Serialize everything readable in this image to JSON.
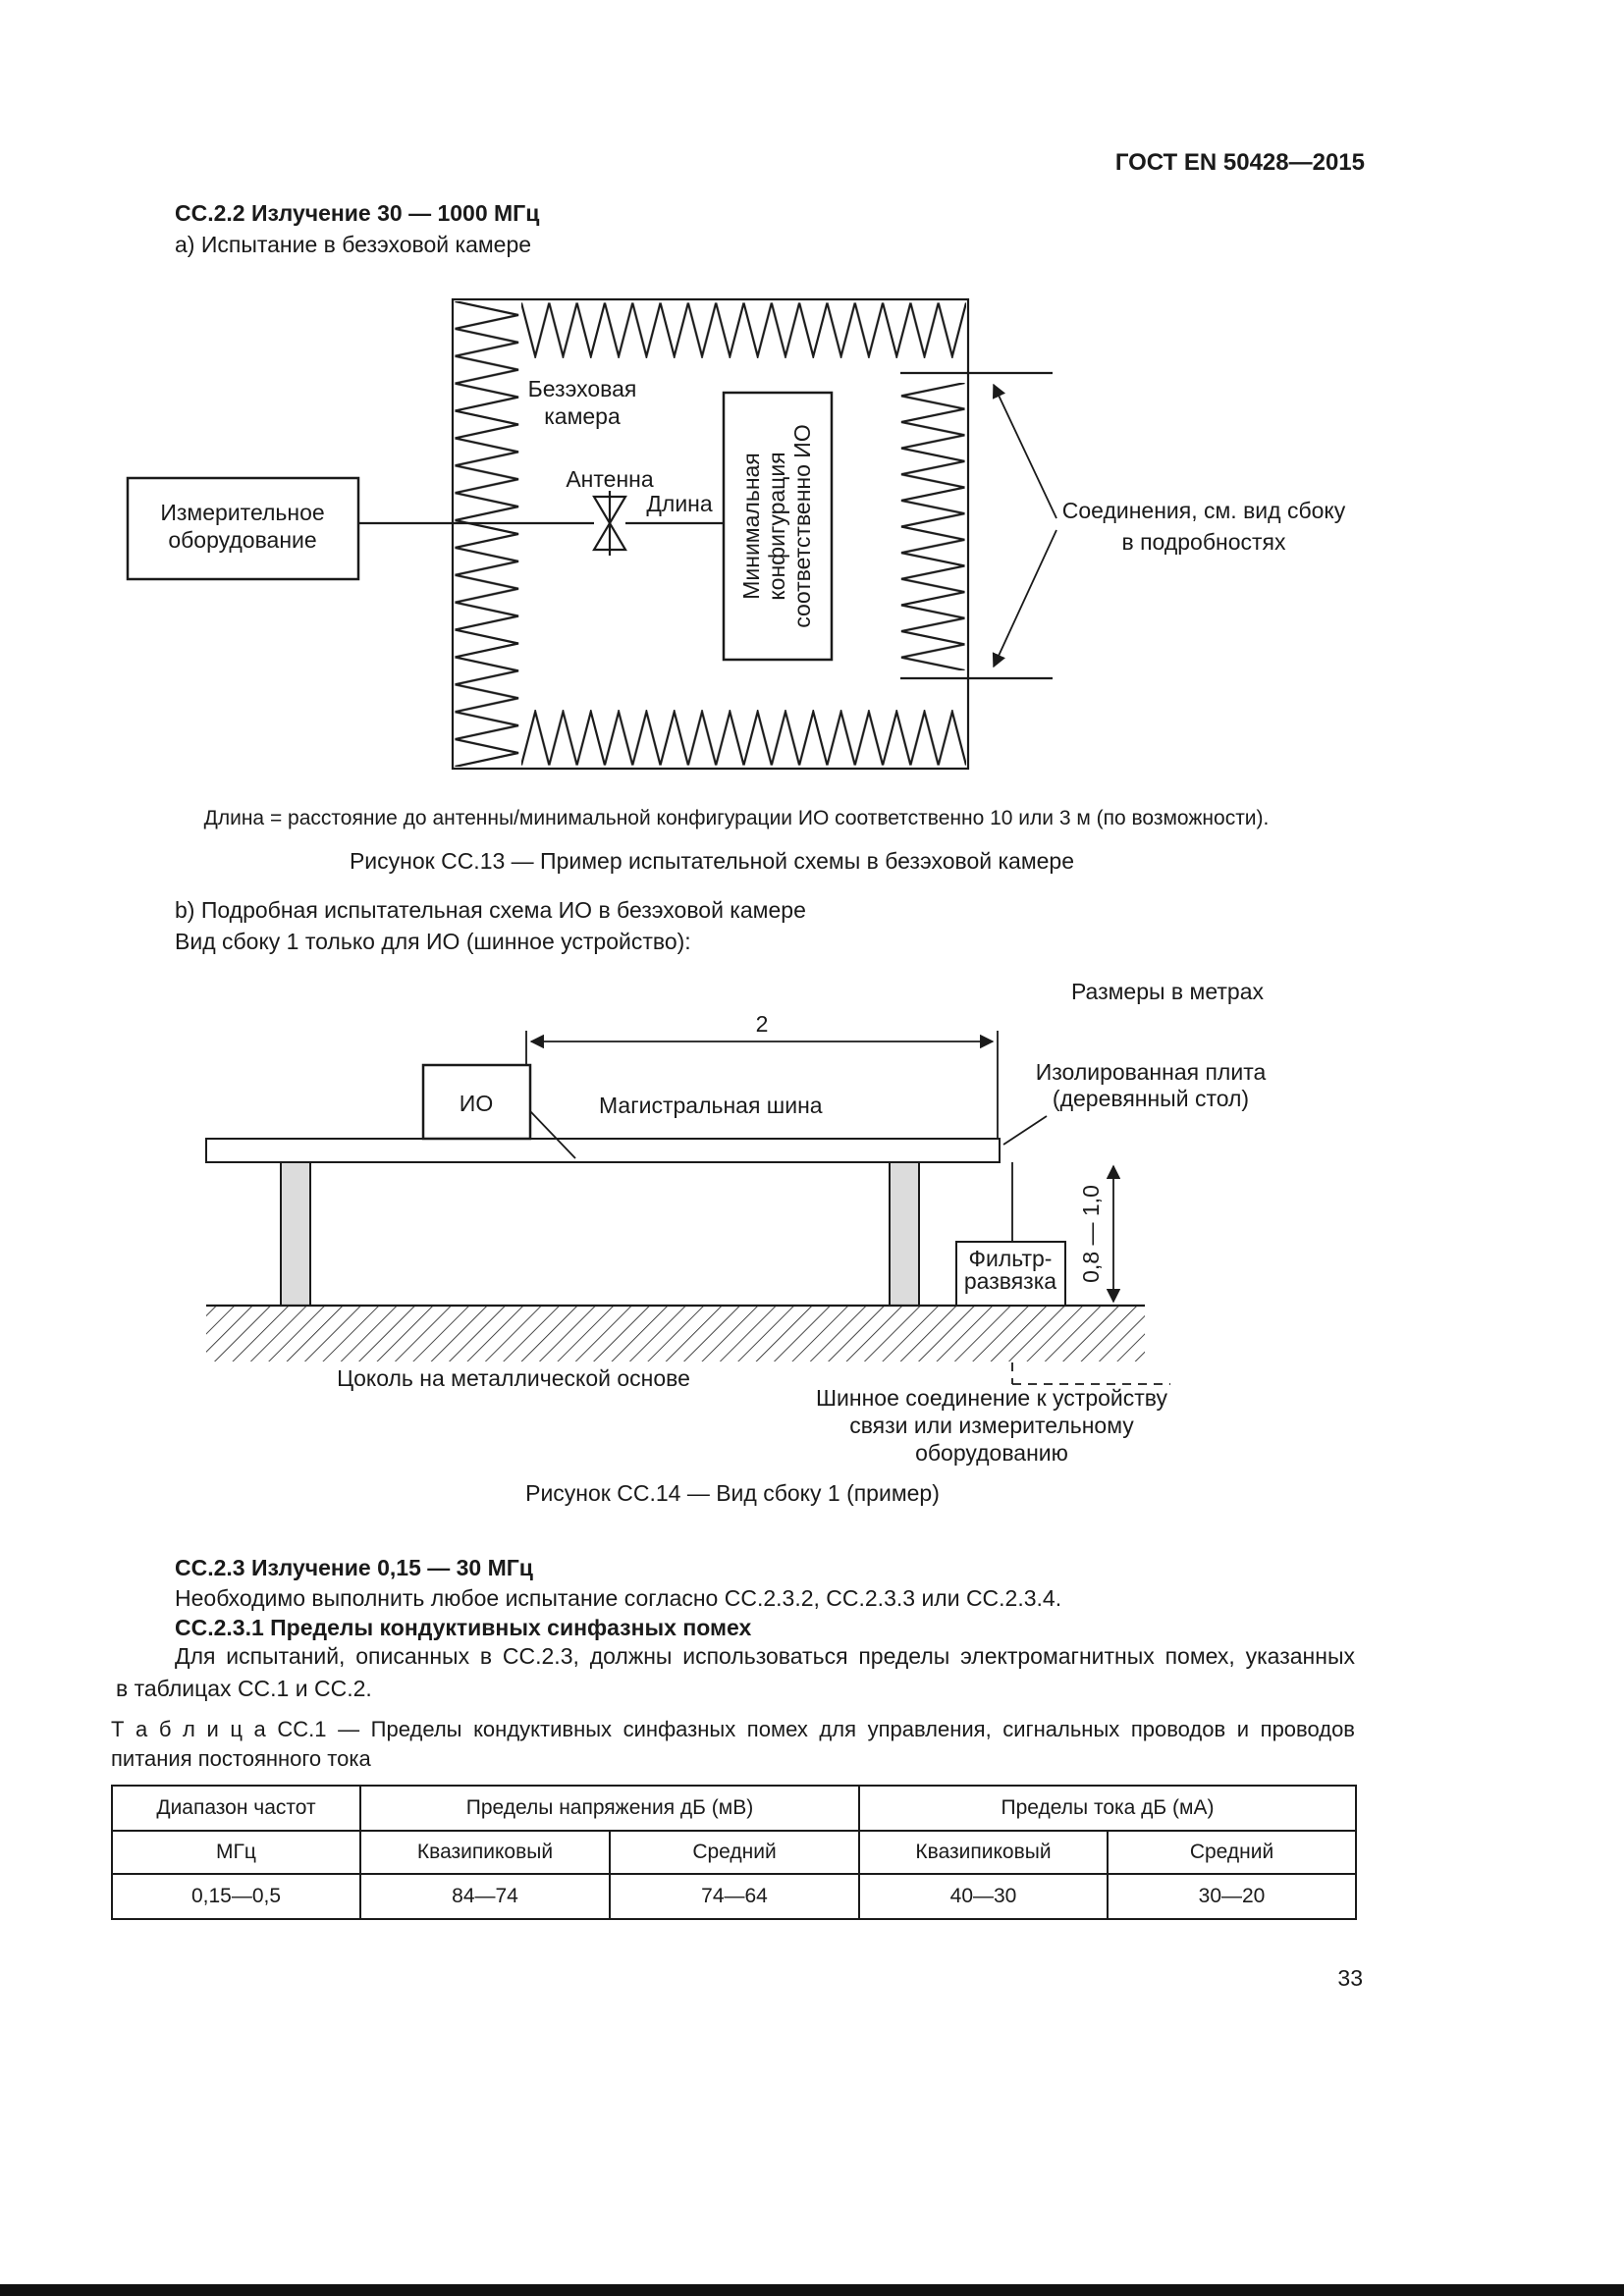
{
  "header": {
    "doc_number": "ГОСТ EN 50428—2015"
  },
  "sections": {
    "cc22_title": "СС.2.2 Излучение 30 — 1000 МГц",
    "cc22_item_a": "а) Испытание в безэховой камере",
    "item_b_line1": "b) Подробная испытательная схема ИО в безэховой камере",
    "item_b_line2": "Вид сбоку 1 только для ИО (шинное устройство):",
    "cc23_title": "СС.2.3 Излучение 0,15 — 30 МГц",
    "cc23_para": "Необходимо выполнить любое испытание согласно СС.2.3.2, СС.2.3.3 или СС.2.3.4.",
    "cc231_title": "СС.2.3.1 Пределы кондуктивных синфазных помех",
    "cc231_para_line1": "Для испытаний, описанных в СС.2.3, должны использоваться пределы электромагнитных помех, указанных",
    "cc231_para_line2": "в таблицах СС.1 и СС.2."
  },
  "figure13": {
    "chamber_line1": "Безэховая",
    "chamber_line2": "камера",
    "antenna": "Антенна",
    "length": "Длина",
    "equipment_line1": "Измерительное",
    "equipment_line2": "оборудование",
    "config_line1": "Минимальная",
    "config_line2": "конфигурация",
    "config_line3": "соответственно ИО",
    "connections_line1": "Соединения, см. вид сбоку",
    "connections_line2": "в подробностях",
    "note": "Длина = расстояние до антенны/минимальной конфигурации ИО соответственно 10 или 3 м (по возможности).",
    "caption": "Рисунок СС.13 — Пример испытательной схемы в безэховой камере"
  },
  "figure14": {
    "units": "Размеры в метрах",
    "dim_length": "2",
    "eut": "ИО",
    "bus": "Магистральная шина",
    "plate_line1": "Изолированная плита",
    "plate_line2": "(деревянный стол)",
    "height": "0,8 — 1,0",
    "filter_line1": "Фильтр-",
    "filter_line2": "развязка",
    "base": "Цоколь на металлической основе",
    "bus_conn_line1": "Шинное соединение к устройству",
    "bus_conn_line2": "связи или измерительному",
    "bus_conn_line3": "оборудованию",
    "caption": "Рисунок СС.14 — Вид сбоку 1 (пример)"
  },
  "table": {
    "caption_line1": "Т а б л и ц а   СС.1 — Пределы кондуктивных синфазных помех для управления, сигнальных проводов и проводов",
    "caption_line2": "питания постоянного тока",
    "col_freq": "Диапазон частот",
    "col_voltage": "Пределы напряжения дБ (мВ)",
    "col_current": "Пределы тока дБ (мА)",
    "sub_mhz": "МГц",
    "sub_qp1": "Квазипиковый",
    "sub_avg1": "Средний",
    "sub_qp2": "Квазипиковый",
    "sub_avg2": "Средний",
    "rows": [
      [
        "0,15—0,5",
        "84—74",
        "74—64",
        "40—30",
        "30—20"
      ]
    ]
  },
  "footer": {
    "page_number": "33"
  }
}
